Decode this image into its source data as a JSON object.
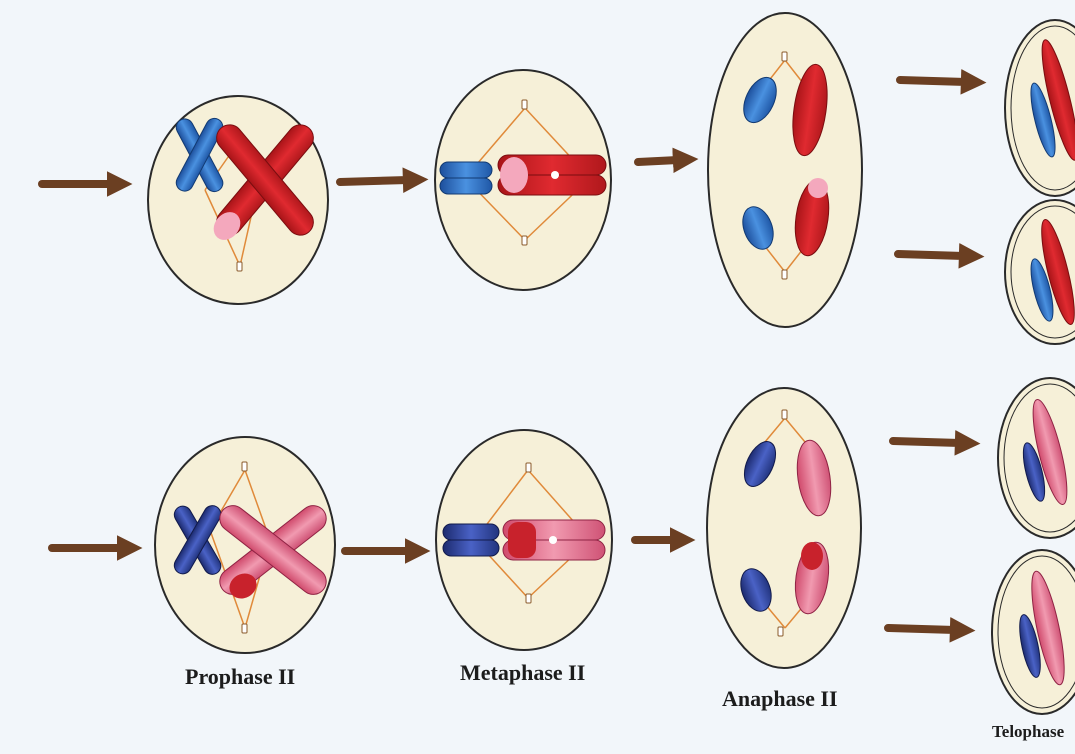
{
  "labels": {
    "prophase": "Prophase II",
    "metaphase": "Metaphase II",
    "anaphase": "Anaphase II",
    "telophase": "Telophase"
  },
  "colors": {
    "background": "#f2f6fa",
    "cell_fill": "#f6f0d8",
    "cell_outline": "#2a2a2a",
    "arrow": "#6b3f22",
    "spindle": "#e08a3a",
    "red_chromosome": "#d4262e",
    "pink_chromosome": "#e8738f",
    "blue_chromosome": "#2f6fc4",
    "dark_blue_chromosome": "#2b3f9a"
  }
}
